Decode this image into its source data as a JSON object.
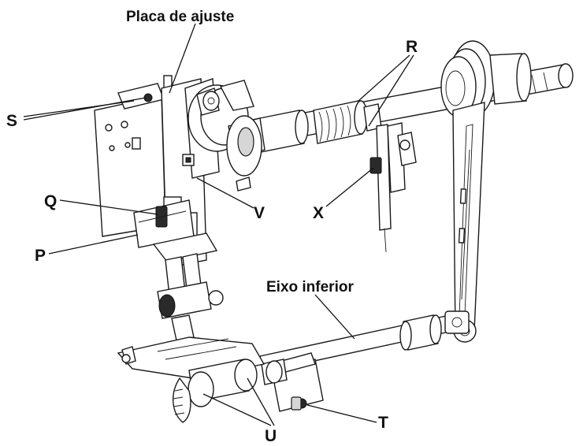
{
  "labels": {
    "placa_de_ajuste": "Placa de ajuste",
    "eixo_inferior": "Eixo inferior",
    "R": "R",
    "S": "S",
    "Q": "Q",
    "P": "P",
    "V": "V",
    "X": "X",
    "T": "T",
    "U": "U"
  }
}
